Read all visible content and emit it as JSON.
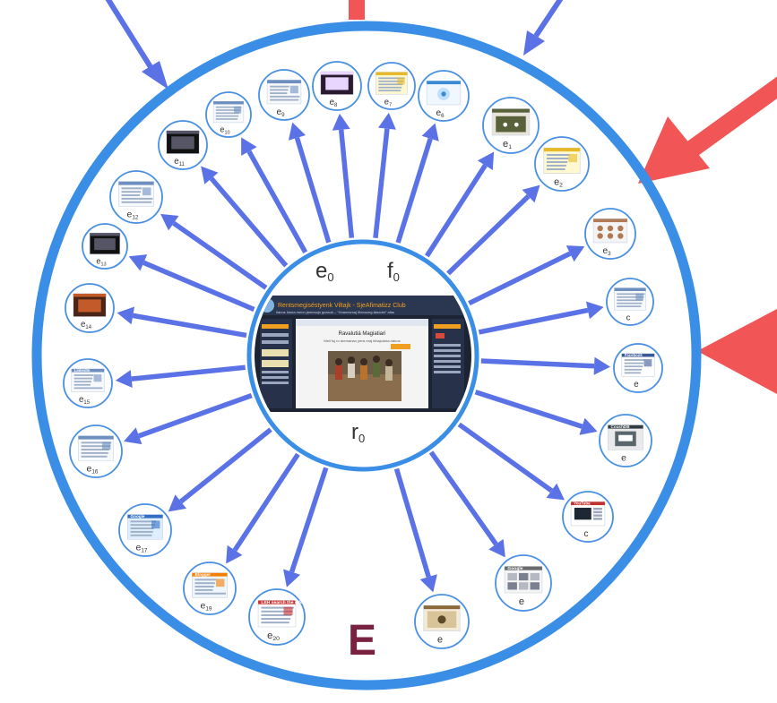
{
  "colors": {
    "ring": "#3a8ee6",
    "arrow": "#5a72e6",
    "red_arrow": "#f25555",
    "node_border": "#4a90e2",
    "letter": "#7a2040",
    "site_dark": "#1c2333",
    "site_accent": "#f0a020"
  },
  "big_label": "E",
  "center": {
    "labels": {
      "e": "e",
      "e_sub": "0",
      "f": "f",
      "f_sub": "0",
      "r": "r",
      "r_sub": "0"
    },
    "website": {
      "header_title": "Rentsmegiséstyenk Viltajk - SjeAfimatizz Club",
      "header_sub": "Ilánus ilanra menn jámesajó gnasuk – \"Hnanesmaj őfanuzeg-tásodet\" afas",
      "main_title": "Ravalutiá Magiatiari",
      "main_line": "Mell fuj ro áremanao yens eraj ikhajoduta nános"
    }
  },
  "nodes": [
    {
      "id": "n1",
      "label": "e",
      "sub": "1",
      "style": "photo",
      "logo": ""
    },
    {
      "id": "n2",
      "label": "e",
      "sub": "2",
      "style": "yellow",
      "logo": ""
    },
    {
      "id": "n3",
      "label": "e",
      "sub": "3",
      "style": "faces",
      "logo": ""
    },
    {
      "id": "n4",
      "label": "c",
      "sub": "",
      "style": "page",
      "logo": ""
    },
    {
      "id": "n5",
      "label": "e",
      "sub": "",
      "style": "fb",
      "logo": "Facebook"
    },
    {
      "id": "n6",
      "label": "e",
      "sub": "",
      "style": "device",
      "logo": "CouchDB"
    },
    {
      "id": "n7",
      "label": "c",
      "sub": "",
      "style": "video",
      "logo": "YouTube"
    },
    {
      "id": "n8",
      "label": "e",
      "sub": "",
      "style": "grid",
      "logo": "Google"
    },
    {
      "id": "n9",
      "label": "e",
      "sub": "",
      "style": "comic",
      "logo": ""
    },
    {
      "id": "n10",
      "label": "e",
      "sub": "20",
      "style": "banner",
      "logo": "LEH search the information Home"
    },
    {
      "id": "n11",
      "label": "e",
      "sub": "19",
      "style": "blogger",
      "logo": "Blogger"
    },
    {
      "id": "n12",
      "label": "e",
      "sub": "17",
      "style": "blue",
      "logo": "Google"
    },
    {
      "id": "n13",
      "label": "e",
      "sub": "16",
      "style": "page",
      "logo": ""
    },
    {
      "id": "n14",
      "label": "e",
      "sub": "15",
      "style": "page",
      "logo": "LinkedIn"
    },
    {
      "id": "n15",
      "label": "e",
      "sub": "14",
      "style": "brown",
      "logo": ""
    },
    {
      "id": "n16",
      "label": "e",
      "sub": "13",
      "style": "dark",
      "logo": ""
    },
    {
      "id": "n17",
      "label": "e",
      "sub": "12",
      "style": "page",
      "logo": ""
    },
    {
      "id": "n18",
      "label": "e",
      "sub": "11",
      "style": "dark",
      "logo": ""
    },
    {
      "id": "n19",
      "label": "e",
      "sub": "10",
      "style": "page",
      "logo": ""
    },
    {
      "id": "n20",
      "label": "e",
      "sub": "9",
      "style": "page",
      "logo": ""
    },
    {
      "id": "n21",
      "label": "e",
      "sub": "8",
      "style": "purple",
      "logo": ""
    },
    {
      "id": "n22",
      "label": "e",
      "sub": "7",
      "style": "yellow",
      "logo": ""
    },
    {
      "id": "n23",
      "label": "e",
      "sub": "6",
      "style": "snow",
      "logo": ""
    }
  ]
}
